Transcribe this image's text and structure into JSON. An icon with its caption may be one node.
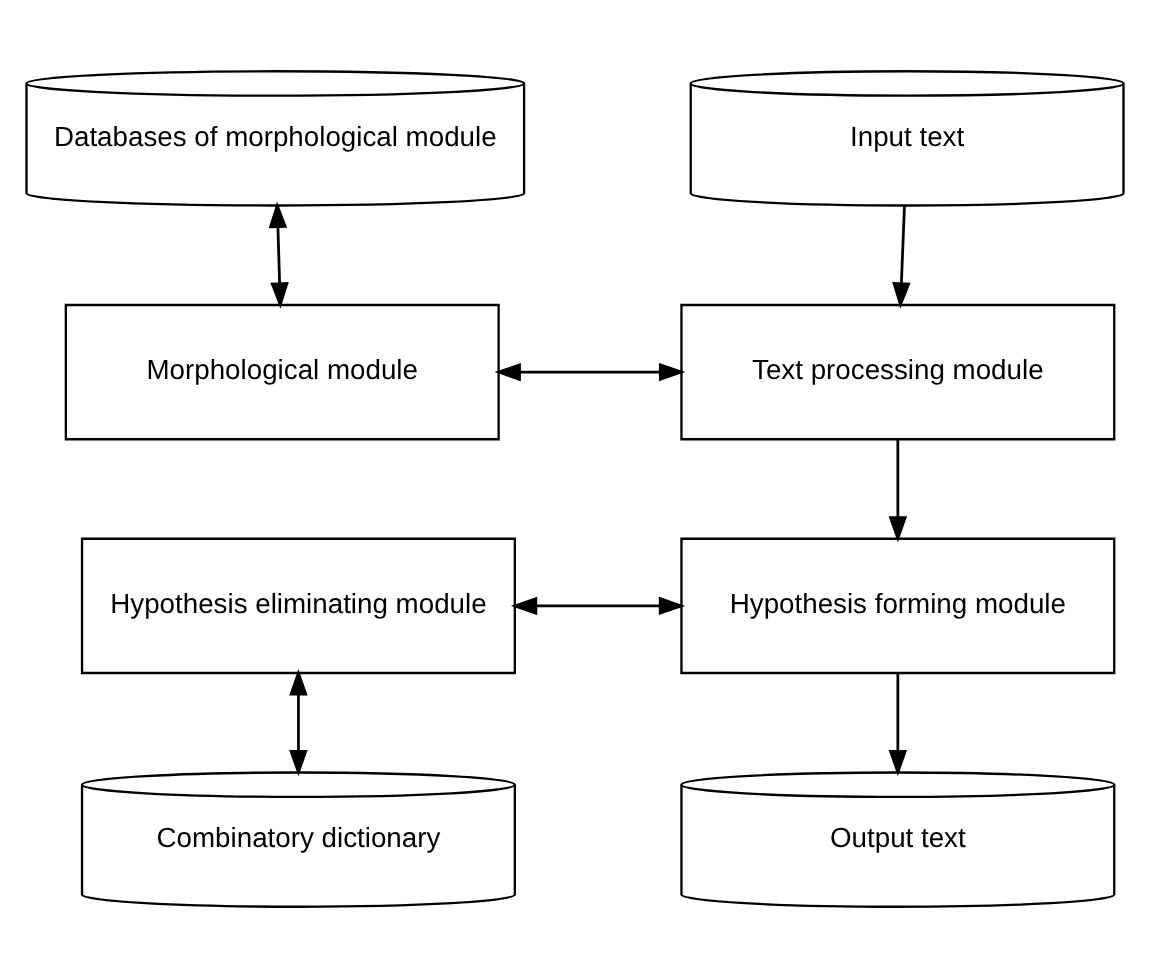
{
  "diagram": {
    "nodes": [
      {
        "text": [
          "Databases of morphological module"
        ]
      },
      {
        "text": [
          "Input text"
        ]
      },
      {
        "text": [
          "Morphological module"
        ]
      },
      {
        "text": [
          "Text processing module"
        ]
      },
      {
        "text": [
          "Hypothesis eliminating module"
        ]
      },
      {
        "text": [
          "Hypothesis forming module"
        ]
      },
      {
        "text": [
          "Combinatory dictionary"
        ]
      },
      {
        "text": [
          "Output text"
        ]
      }
    ],
    "edges": [
      {
        "from": 0,
        "to": 2,
        "arrow": "both"
      },
      {
        "from": 1,
        "to": 3,
        "arrow": "to"
      },
      {
        "from": 2,
        "to": 3,
        "arrow": "both"
      },
      {
        "from": 3,
        "to": 5,
        "arrow": "to"
      },
      {
        "from": 4,
        "to": 5,
        "arrow": "both"
      },
      {
        "from": 4,
        "to": 6,
        "arrow": "both"
      },
      {
        "from": 5,
        "to": 7,
        "arrow": "to"
      }
    ]
  }
}
